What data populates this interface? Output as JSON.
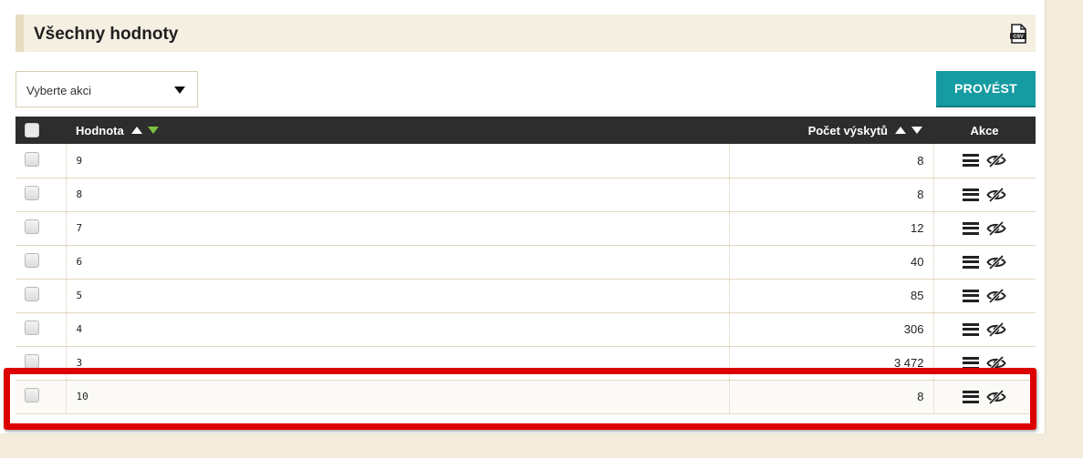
{
  "page": {
    "title": "Všechny hodnoty",
    "export_icon": "csv-file-icon"
  },
  "toolbar": {
    "select_value": "Vyberte akci",
    "run_label": "PROVÉST"
  },
  "table": {
    "headers": {
      "value": "Hodnota",
      "count": "Počet výskytů",
      "actions": "Akce"
    },
    "sort": {
      "value_active": "down"
    },
    "rows": [
      {
        "value": "9",
        "count": "8"
      },
      {
        "value": "8",
        "count": "8"
      },
      {
        "value": "7",
        "count": "12"
      },
      {
        "value": "6",
        "count": "40"
      },
      {
        "value": "5",
        "count": "85"
      },
      {
        "value": "4",
        "count": "306"
      },
      {
        "value": "3",
        "count": "3 472"
      },
      {
        "value": "10",
        "count": "8",
        "highlighted": true
      }
    ]
  },
  "icons": {
    "row_menu": "hamburger-menu-icon",
    "row_hide": "eye-slash-icon"
  },
  "colors": {
    "accent": "#169ba2",
    "highlight_border": "#dc0000",
    "sort_active": "#7bbf3f"
  }
}
